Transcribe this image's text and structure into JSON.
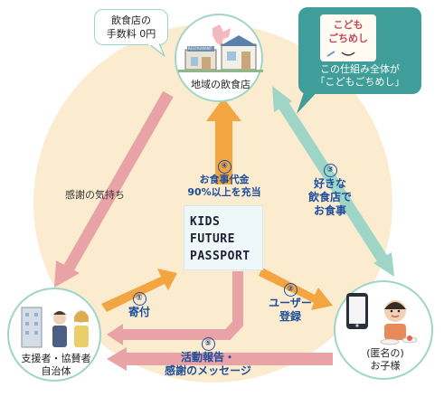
{
  "nodes": {
    "restaurant": {
      "label": "地域の飲食店",
      "sign_text": "RESTAURANT"
    },
    "supporters": {
      "label": "支援者・協賛者\n自治体"
    },
    "child": {
      "label": "(匿名の)\nお子様"
    }
  },
  "bubbles": {
    "fee": "飲食店の\n手数料 0円",
    "kodomo_logo": "こども\nごちめし",
    "scheme": "この仕組み全体が\n「こどもごちめし」"
  },
  "center": {
    "line1": "KIDS",
    "line2": "FUTURE",
    "line3": "PASSPORT"
  },
  "steps": {
    "s1": {
      "num": "①",
      "text": "寄付"
    },
    "s2": {
      "num": "②",
      "text": "ユーザー\n登録"
    },
    "s3": {
      "num": "③",
      "text": "好きな\n飲食店で\nお食事"
    },
    "s4": {
      "num": "④",
      "text": "お食事代金\n90%以上を充当"
    },
    "s5": {
      "num": "⑤",
      "text": "活動報告・\n感謝のメッセージ"
    }
  },
  "gratitude": "感謝の気持ち",
  "colors": {
    "circle_bg": "#fbeccf",
    "arrow_pink": "#e9a2a6",
    "arrow_orange": "#f2a541",
    "arrow_teal": "#9fd5c7",
    "text_blue": "#1c4e9c",
    "bubble_teal": "#3f9e9a"
  }
}
